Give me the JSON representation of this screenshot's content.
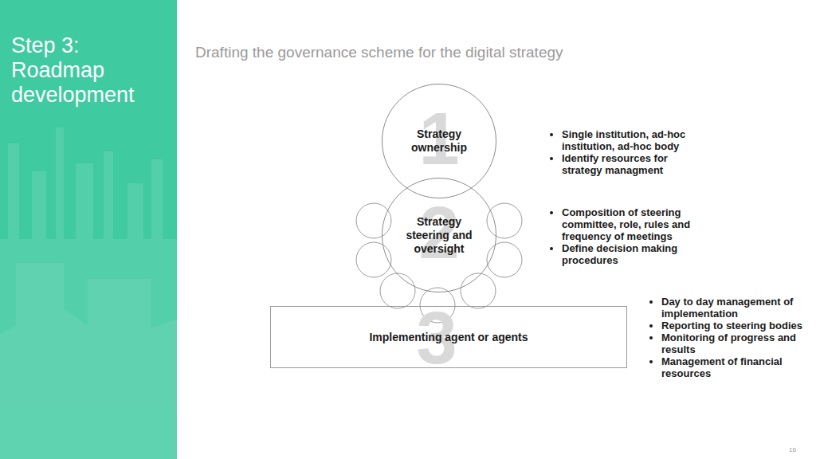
{
  "diagram": {
    "title": "Step 3: Roadmap development",
    "nodes": [
      {
        "text": [
          "Strategy ownership"
        ]
      },
      {
        "text": [
          "Strategy steering and oversight"
        ]
      },
      {
        "text": [
          "Implementing agent or agents"
        ]
      }
    ],
    "labels": [
      "Drafting the governance scheme for the digital strategy",
      "1",
      "2",
      "3",
      "Single institution, ad-hoc institution, ad-hoc body",
      "Identify resources for strategy managment",
      "Composition of steering committee, role, rules and frequency of meetings",
      "Define decision making procedures",
      "Day to day management of implementation",
      "Reporting to steering bodies",
      "Monitoring of progress and results",
      "Management of financial resources",
      "16"
    ]
  }
}
